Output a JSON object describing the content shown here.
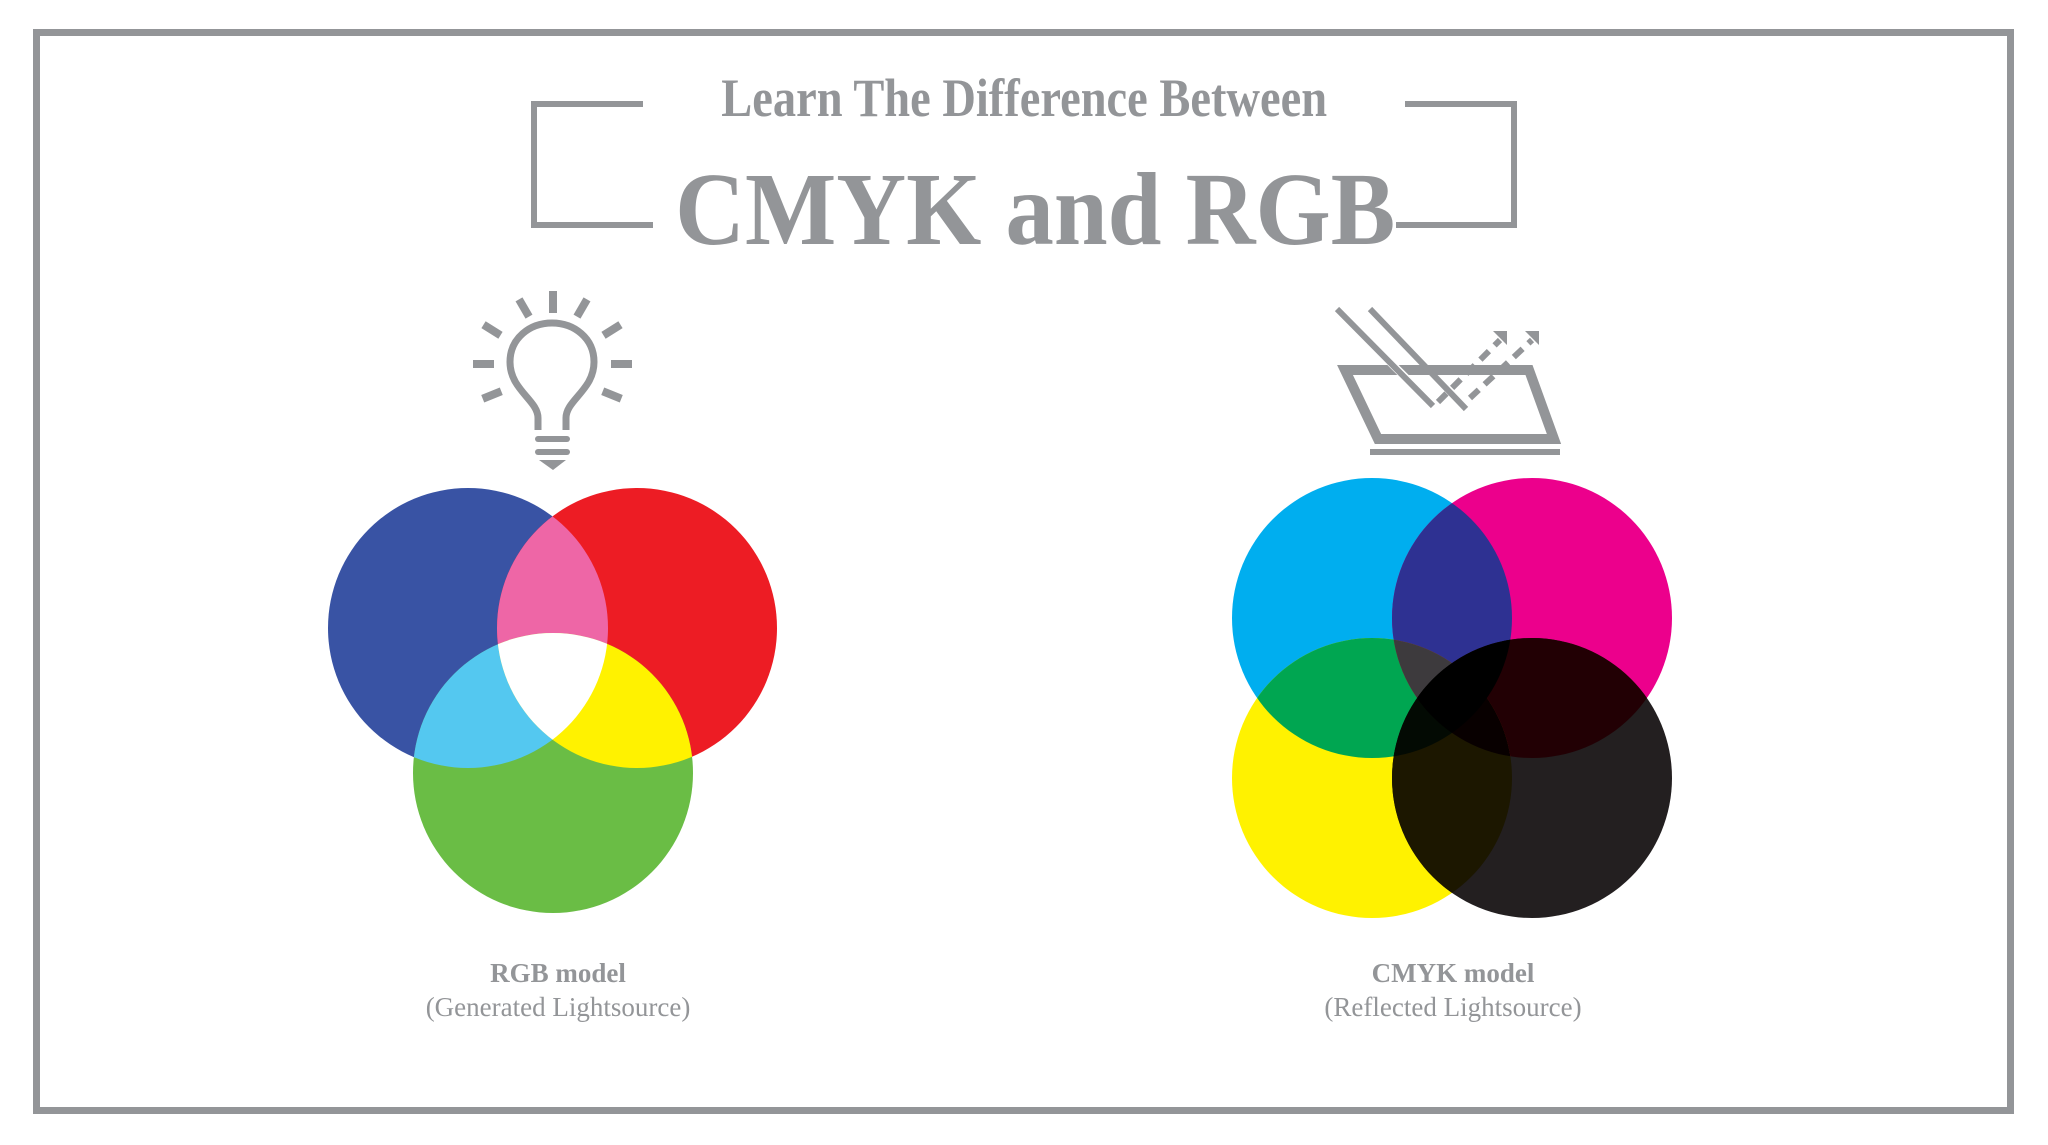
{
  "title": {
    "line1": "Learn The Difference Between",
    "line2": "CMYK and RGB"
  },
  "rgb": {
    "icon": "lightbulb-icon",
    "label": "RGB model",
    "sublabel": "(Generated Lightsource)",
    "colors": {
      "blue": "#3953A4",
      "red": "#ED1C24",
      "green": "#6ABD45",
      "blue_red": "#EE66A6",
      "blue_green": "#54C8F0",
      "red_green": "#FFF200",
      "center": "#FFFFFF"
    }
  },
  "cmyk": {
    "icon": "reflection-icon",
    "label": "CMYK model",
    "sublabel": "(Reflected Lightsource)",
    "colors": {
      "cyan": "#00AEEF",
      "magenta": "#EC008C",
      "yellow": "#FFF200",
      "black": "#231F20",
      "cyan_magenta": "#2E3192",
      "cyan_yellow": "#00A651",
      "cyan_magenta_yellow": "#3D3A3D",
      "magenta_black": "#220004",
      "yellow_black": "#1C1700",
      "all": "#000000"
    }
  },
  "theme": {
    "frame_color": "#939598",
    "text_color": "#939598"
  }
}
